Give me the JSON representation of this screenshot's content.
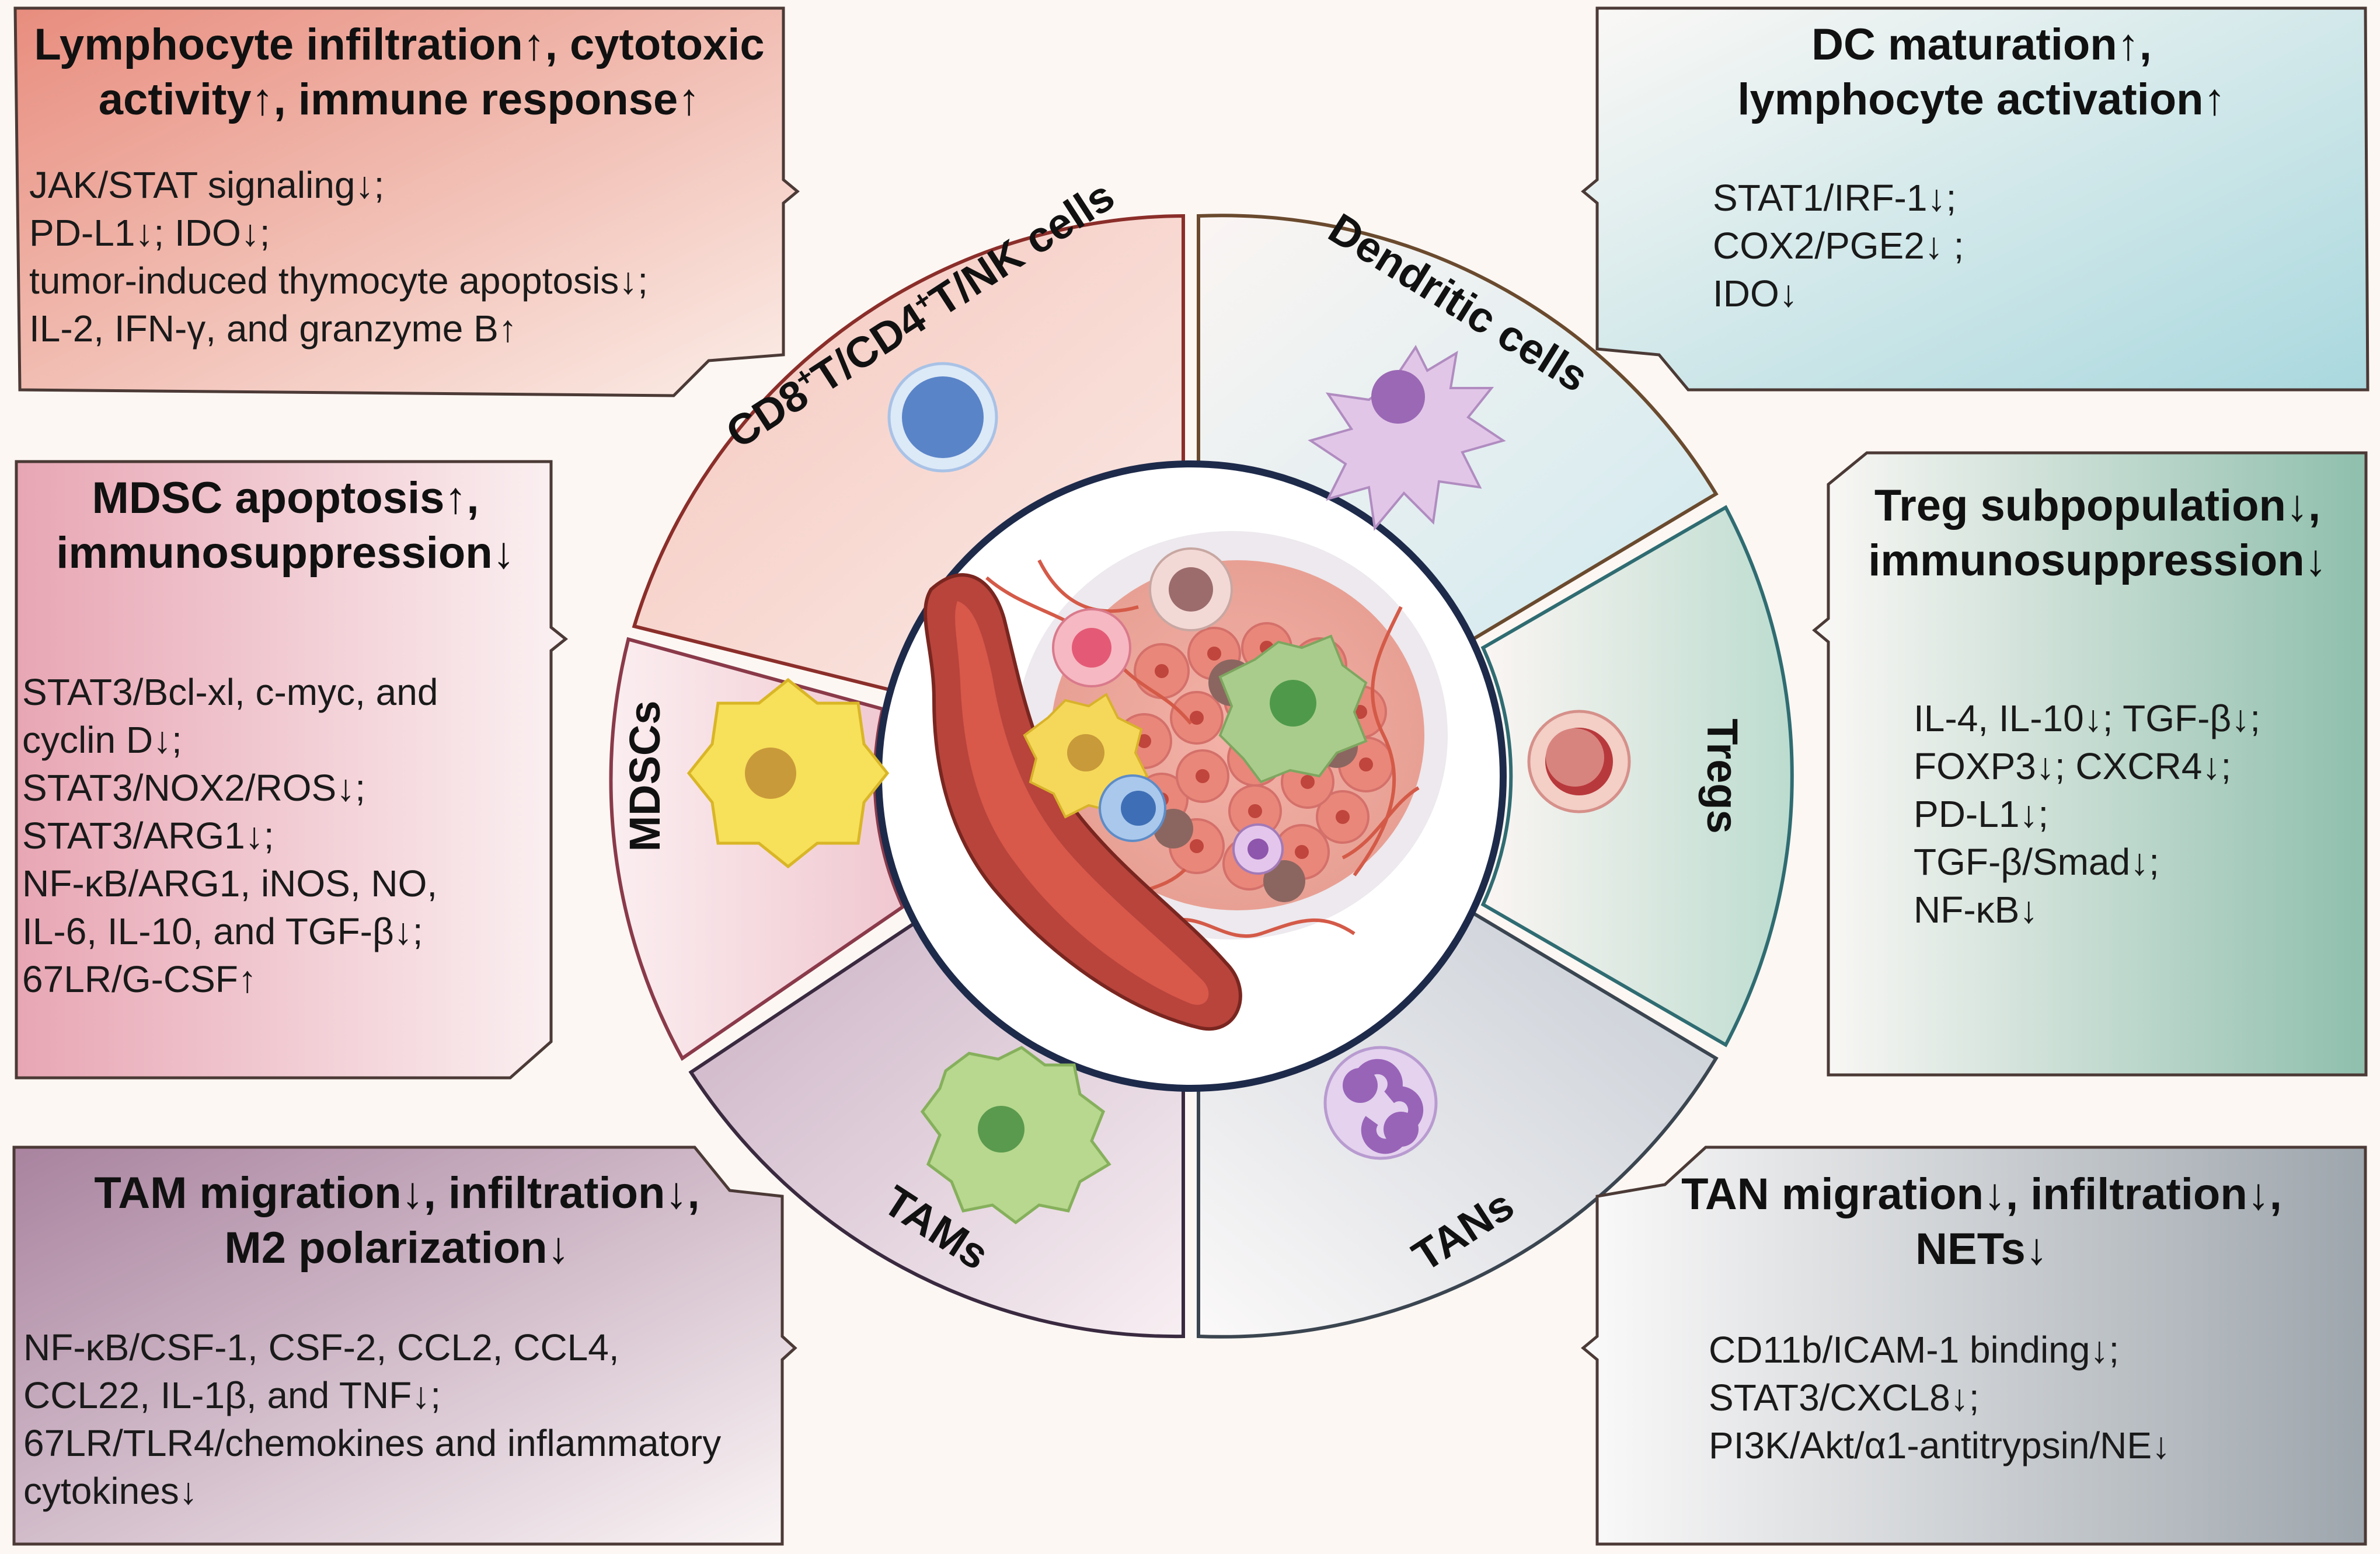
{
  "boxes": {
    "lymph": {
      "title": [
        "Lymphocyte infiltration↑, cytotoxic",
        "activity↑, immune response↑"
      ],
      "lines": [
        "JAK/STAT signaling↓;",
        "PD-L1↓;  IDO↓;",
        "tumor-induced thymocyte apoptosis↓;",
        "IL-2, IFN-γ, and granzyme B↑"
      ],
      "colors": [
        "#e88d7e",
        "#fbeee8"
      ]
    },
    "dc": {
      "title": [
        "DC maturation↑,",
        "lymphocyte activation↑"
      ],
      "lines": [
        "STAT1/IRF-1↓;",
        "COX2/PGE2↓ ;",
        "IDO↓"
      ],
      "colors": [
        "#fbf8f6",
        "#a9d8de"
      ]
    },
    "mdsc": {
      "title": [
        "MDSC apoptosis↑,",
        "immunosuppression↓"
      ],
      "lines": [
        "STAT3/Bcl-xl, c-myc, and",
        "cyclin D↓;",
        "STAT3/NOX2/ROS↓;",
        "STAT3/ARG1↓;",
        "NF-κB/ARG1, iNOS, NO,",
        "IL-6, IL-10, and TGF-β↓;",
        "67LR/G-CSF↑"
      ],
      "colors": [
        "#e8a6b4",
        "#fbf1f2"
      ]
    },
    "treg": {
      "title": [
        "Treg subpopulation↓,",
        "immunosuppression↓"
      ],
      "lines": [
        "IL-4, IL-10↓; TGF-β↓;",
        "FOXP3↓; CXCR4↓;",
        "PD-L1↓;",
        "TGF-β/Smad↓;",
        "NF-κB↓"
      ],
      "colors": [
        "#fbf8f6",
        "#8fbfad"
      ]
    },
    "tam": {
      "title": [
        "TAM migration↓, infiltration↓,",
        "M2 polarization↓"
      ],
      "lines": [
        "NF-κB/CSF-1, CSF-2, CCL2, CCL4,",
        "CCL22, IL-1β, and TNF↓;",
        "67LR/TLR4/chemokines and inflammatory",
        "cytokines↓"
      ],
      "colors": [
        "#a9839f",
        "#fbf6f6"
      ]
    },
    "tan": {
      "title": [
        "TAN migration↓, infiltration↓,",
        "NETs↓"
      ],
      "lines": [
        "CD11b/ICAM-1 binding↓;",
        "STAT3/CXCL8↓;",
        "PI3K/Akt/α1-antitrypsin/NE↓"
      ],
      "colors": [
        "#fbfafa",
        "#9ea6ad"
      ]
    }
  },
  "ring": {
    "cd8": {
      "label": [
        "CD8",
        "+",
        "T/CD4",
        "+",
        "T/NK cells"
      ],
      "colors": [
        "#f4c6bc",
        "#fbeae6"
      ],
      "stroke": "#8b2e2a"
    },
    "dc": {
      "label": "Dendritic cells",
      "colors": [
        "#fbf5f3",
        "#cfe9ee"
      ],
      "stroke": "#6a4a2e"
    },
    "treg": {
      "label": "Tregs",
      "colors": [
        "#fbf5f3",
        "#bcdccf"
      ],
      "stroke": "#2f6c72"
    },
    "tan": {
      "label": "TANs",
      "colors": [
        "#fbf9f9",
        "#c6ccd4"
      ],
      "stroke": "#3a4550"
    },
    "tam": {
      "label": "TAMs",
      "colors": [
        "#cbb2c5",
        "#f7eef2"
      ],
      "stroke": "#3a2a40"
    },
    "mdsc": {
      "label": "MDSCs",
      "colors": [
        "#f0c7d0",
        "#fbeef0"
      ],
      "stroke": "#8a3a4a"
    }
  },
  "icons": [
    "lymphocyte-icon",
    "dendritic-cell-icon",
    "treg-cell-icon",
    "neutrophil-icon",
    "macrophage-icon",
    "mdsc-cell-icon",
    "tumor-microenvironment-icon"
  ]
}
